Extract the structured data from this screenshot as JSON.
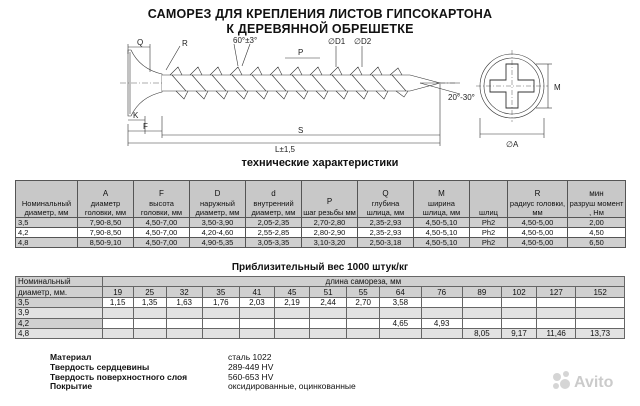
{
  "title_line1": "САМОРЕЗ ДЛЯ КРЕПЛЕНИЯ ЛИСТОВ ГИПСОКАРТОНА",
  "title_line2": "К ДЕРЕВЯННОЙ ОБРЕШЕТКЕ",
  "drawing": {
    "labels": {
      "Q": "Q",
      "R": "R",
      "angle": "60°±3°",
      "D1": "∅D1",
      "D2": "∅D2",
      "P": "P",
      "K": "K",
      "F": "F",
      "S": "S",
      "L": "L±1,5",
      "M": "M",
      "tip_angle": "20°-30°",
      "A": "∅A"
    }
  },
  "spec_title": "технические характеристики",
  "spec_table": {
    "headers": [
      {
        "sym": "",
        "text": "Номинальный диаметр, мм"
      },
      {
        "sym": "A",
        "text": "диаметр головки, мм"
      },
      {
        "sym": "F",
        "text": "высота головки, мм"
      },
      {
        "sym": "D",
        "text": "наружный диаметр, мм"
      },
      {
        "sym": "d",
        "text": "внутренний диаметр, мм"
      },
      {
        "sym": "P",
        "text": "шаг резьбы мм"
      },
      {
        "sym": "Q",
        "text": "глубина шлица, мм"
      },
      {
        "sym": "M",
        "text": "ширина шлица, мм"
      },
      {
        "sym": "",
        "text": "шлиц"
      },
      {
        "sym": "R",
        "text": "радиус головки, мм"
      },
      {
        "sym": "мин",
        "text": "разруш момент , Нм"
      }
    ],
    "rows": [
      [
        "3,5",
        "7,90-8,50",
        "4,50-7,00",
        "3,50-3,90",
        "2,05-2,35",
        "2,70-2,80",
        "2,35-2,93",
        "4,50-5,10",
        "Ph2",
        "4,50-5,00",
        "2,00"
      ],
      [
        "4,2",
        "7,90-8,50",
        "4,50-7,00",
        "4,20-4,60",
        "2,55-2,85",
        "2,80-2,90",
        "2,35-2,93",
        "4,50-5,10",
        "Ph2",
        "4,50-5,00",
        "4,50"
      ],
      [
        "4,8",
        "8,50-9,10",
        "4,50-7,00",
        "4,90-5,35",
        "3,05-3,35",
        "3,10-3,20",
        "2,50-3,18",
        "4,50-5,10",
        "Ph2",
        "4,50-5,00",
        "6,50"
      ]
    ]
  },
  "weight_title": "Приблизительный вес 1000 штук/кг",
  "weight_table": {
    "corner_line1": "Номинальный",
    "corner_line2": "диаметр, мм.",
    "length_header": "длина самореза, мм",
    "lengths": [
      "19",
      "25",
      "32",
      "35",
      "41",
      "45",
      "51",
      "55",
      "64",
      "76",
      "89",
      "102",
      "127",
      "152"
    ],
    "rows": [
      {
        "d": "3,5",
        "v": [
          "1,15",
          "1,35",
          "1,63",
          "1,76",
          "2,03",
          "2,19",
          "2,44",
          "2,70",
          "3,58",
          "",
          "",
          "",
          "",
          ""
        ]
      },
      {
        "d": "3,9",
        "v": [
          "",
          "",
          "",
          "",
          "",
          "",
          "",
          "",
          "",
          "",
          "",
          "",
          "",
          ""
        ]
      },
      {
        "d": "4,2",
        "v": [
          "",
          "",
          "",
          "",
          "",
          "",
          "",
          "",
          "4,65",
          "4,93",
          "",
          "",
          "",
          ""
        ]
      },
      {
        "d": "4,8",
        "v": [
          "",
          "",
          "",
          "",
          "",
          "",
          "",
          "",
          "",
          "",
          "8,05",
          "9,17",
          "11,46",
          "13,73"
        ]
      }
    ]
  },
  "materials": [
    {
      "k": "Материал",
      "v": "сталь 1022"
    },
    {
      "k": "Твердость сердцевины",
      "v": "289-449   HV"
    },
    {
      "k": "Твердость поверхностного слоя",
      "v": "560-653   HV"
    },
    {
      "k": "Покрытие",
      "v": "оксидированные, оцинкованные"
    }
  ],
  "watermark": "Avito"
}
